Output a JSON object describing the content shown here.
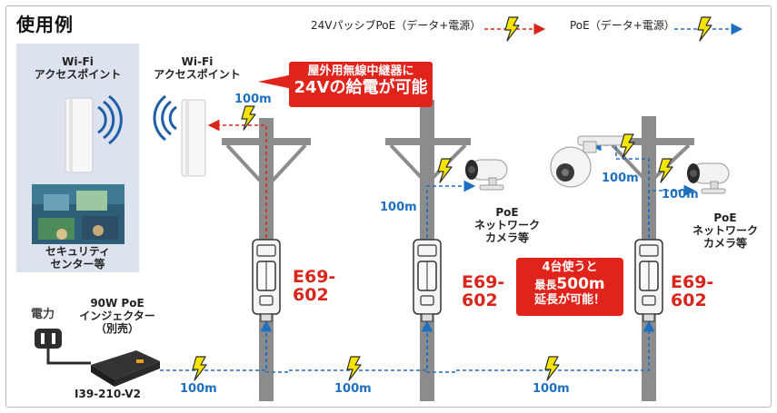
{
  "title": "使用例",
  "legend": {
    "passive_24v": "24VパッシブPoE（データ+電源）",
    "poe": "PoE（データ+電源）"
  },
  "left_panel": {
    "ap_label_line1": "Wi-Fi",
    "ap_label_line2": "アクセスポイント",
    "center_label_line1": "セキュリティ",
    "center_label_line2": "センター等"
  },
  "ap2": {
    "label_line1": "Wi-Fi",
    "label_line2": "アクセスポイント"
  },
  "callout_top": {
    "line1": "屋外用無線中継器に",
    "line2": "24Vの給電が可能"
  },
  "callout_mid": {
    "line1": "4台使うと",
    "line2a": "最長",
    "line2b": "500m",
    "line3": "延長が可能！"
  },
  "camera_label": {
    "line1": "PoE",
    "line2": "ネットワーク",
    "line3": "カメラ等"
  },
  "device_label": {
    "line1": "E69-",
    "line2": "602"
  },
  "power": {
    "outlet_label": "電力",
    "injector_line1": "90W PoE",
    "injector_line2": "インジェクター",
    "injector_line3": "（別売）",
    "injector_model": "I39-210-V2"
  },
  "distances": {
    "ap_link": "100m",
    "pole2_up": "100m",
    "pole3_dome": "100m",
    "pole3_cam": "100m",
    "ground1": "100m",
    "ground2": "100m",
    "ground3": "100m"
  },
  "colors": {
    "red": "#d9261c",
    "blue": "#1f6fbf",
    "pole": "#8c8c8c",
    "lightning": "#f5e400",
    "panel": "#dde3ee"
  }
}
